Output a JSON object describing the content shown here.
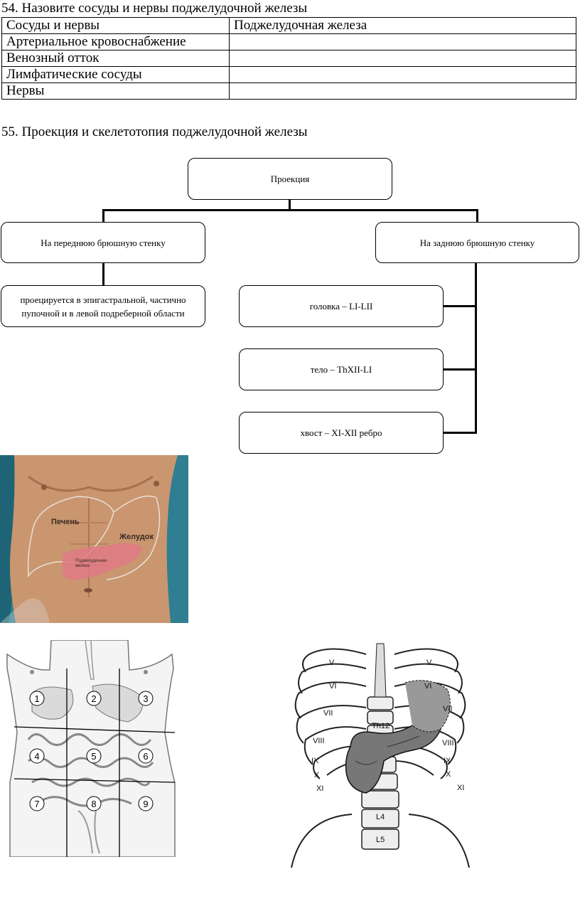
{
  "q54": {
    "title": "54. Назовите сосуды и нервы поджелудочной железы",
    "table": {
      "headers": [
        "Сосуды и нервы",
        "Поджелудочная железа"
      ],
      "rows": [
        [
          "Артериальное кровоснабжение",
          ""
        ],
        [
          "Венозный отток",
          ""
        ],
        [
          "Лимфатические сосуды",
          ""
        ],
        [
          "Нервы",
          ""
        ]
      ]
    }
  },
  "q55": {
    "title": "55. Проекция и скелетотопия поджелудочной железы",
    "diagram": {
      "root": "Проекция",
      "left": "На переднюю брюшную стенку",
      "right": "На заднюю брюшную стенку",
      "left_child": "проецируется в эпигастральной, частично пупочной и в левой подреберной области",
      "right_children": [
        "головка – LI-LII",
        "тело – ThXII-LI",
        "хвост – XI-XII ребро"
      ]
    }
  },
  "figure_photo": {
    "labels": {
      "liver": "Печень",
      "stomach": "Желудок",
      "pancreas_line1": "Поджелудочная",
      "pancreas_line2": "железа"
    },
    "colors": {
      "background": "#2f7e92",
      "skin": "#c9966f",
      "pancreas": "#e07a86"
    }
  },
  "figure_regions": {
    "numbers": [
      "1",
      "2",
      "3",
      "4",
      "5",
      "6",
      "7",
      "8",
      "9"
    ]
  },
  "figure_skeleton": {
    "ribs_left": [
      "V",
      "VI",
      "VII",
      "VIII",
      "IX",
      "X",
      "XI"
    ],
    "ribs_right": [
      "V",
      "VI",
      "VII",
      "VIII",
      "IX",
      "X",
      "XI"
    ],
    "vertebrae": [
      "Th12",
      "L4",
      "L5"
    ]
  }
}
